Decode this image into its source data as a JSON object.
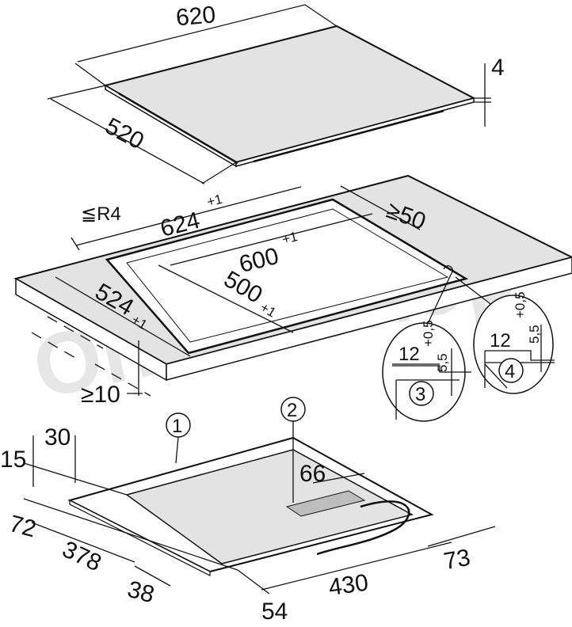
{
  "watermark": "OnlineShop",
  "hob_top": {
    "width": "620",
    "depth": "520",
    "thickness": "4"
  },
  "cutout": {
    "outer_width": "624",
    "outer_width_tol": "+1",
    "corner_radius": "≦R4",
    "back_clearance": "≥50",
    "inner_width": "600",
    "inner_width_tol": "+1",
    "outer_depth": "524",
    "outer_depth_tol": "+1",
    "inner_depth": "500",
    "inner_depth_tol": "+1",
    "below_clearance": "≥10"
  },
  "details": [
    {
      "number": "3",
      "width": "12",
      "width_tol": "+0,5",
      "depth": "5,5"
    },
    {
      "number": "4",
      "width": "12",
      "width_tol": "+0,5",
      "depth": "5,5"
    }
  ],
  "hob_bottom": {
    "callouts": [
      "1",
      "2"
    ],
    "d30": "30",
    "d15": "15",
    "d66": "66",
    "d72": "72",
    "d378": "378",
    "d38": "38",
    "d54": "54",
    "d430": "430",
    "d73": "73"
  },
  "colors": {
    "glass": "#e3e3e3",
    "line": "#111111",
    "watermark": "#e6e6e6"
  }
}
